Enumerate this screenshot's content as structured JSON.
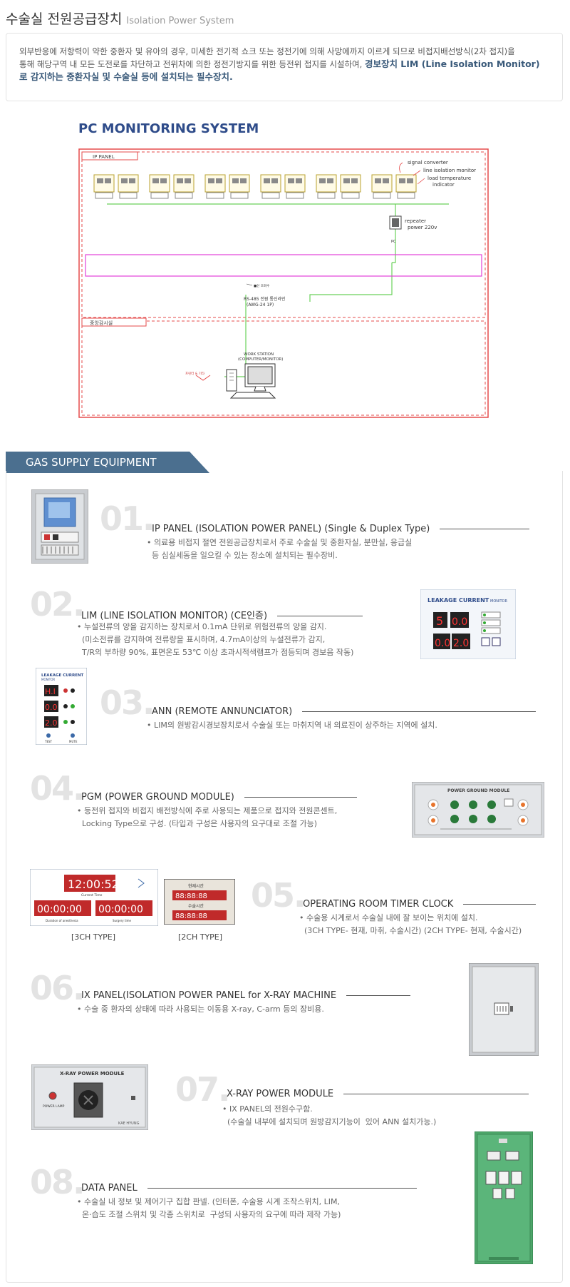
{
  "header": {
    "title": "수술실 전원공급장치",
    "subtitle": "Isolation Power System"
  },
  "intro": {
    "line1": "외부반응에 저항력이 약한 중환자 및 유아의 경우, 미세한    전기적 쇼크 또는 정전기에 의해 사망에까지  이르게 되므로 비접지배선방식(2차 접지)을",
    "line2a": "통해 해당구역 내 모든 도전로를 차단하고 전위차에 의한 정전기방지를 위한 등전위 접지를 시설하여, ",
    "line2b": "경보장치 LIM (Line Isolation Monitor)",
    "line3": "로 감지하는 중환자실 및 수술실 등에 설치되는 필수장치."
  },
  "pc_monitoring": {
    "title": "PC MONITORING SYSTEM",
    "ip_panel_label": "IP PANEL",
    "central_label": "중앙감시실",
    "legend": [
      "signal converter",
      "line isolation monitor",
      "load temperature",
      "indicator"
    ],
    "repeater": [
      "repeater",
      "power 220v"
    ],
    "pc_label": "PC",
    "bus_label": "■신 호회수",
    "rs485": [
      "RS-485 전원 통신라인",
      "(AWG-24 1P)"
    ],
    "workstation": [
      "WORK STATION",
      "(COMPUTER/MONITOR)"
    ],
    "printer_label": "프린터 & 기타"
  },
  "gas_section": {
    "title": "GAS SUPPLY EQUIPMENT"
  },
  "items": [
    {
      "num": "01.",
      "title": "IP PANEL (ISOLATION POWER PANEL) (Single & Duplex Type)",
      "desc": [
        "• 의료용 비접지 절연 전원공급장치로서 주로 수술실 및 중환자실, 분만실, 응급실",
        "  등 심실세동을 일으킬 수 있는 장소에 설치되는 필수장비."
      ]
    },
    {
      "num": "02.",
      "title": "LIM (LINE ISOLATION MONITOR) (CE인증)",
      "desc": [
        "• 누설전류의 양을 감지하는 장치로서 0.1mA 단위로 위험전류의 양을 감지.",
        "  (미소전류를 감지하여 전류량을 표시하며, 4.7mA이상의 누설전류가 감지,",
        "  T/R의 부하량 90%, 표면온도 53℃ 이상 초과시적색램프가 점등되며 경보음 작동)"
      ]
    },
    {
      "num": "03.",
      "title": "ANN (REMOTE ANNUNCIATOR)",
      "desc": [
        "• LIM의 원방감시경보장치로서 수술실 또는 마취지역 내 의료진이 상주하는 지역에 설치."
      ]
    },
    {
      "num": "04.",
      "title": "PGM (POWER GROUND MODULE)",
      "desc": [
        "• 등전위 접지와 비접지 배전방식에  주로 사용되는 제품으로 접지와 전원콘센트,",
        "  Locking Type으로 구성. (타입과 구성은 사용자의 요구대로 조절 가능)"
      ]
    },
    {
      "num": "05.",
      "title": "OPERATING ROOM TIMER CLOCK",
      "desc": [
        "• 수술용 시계로서 수술실 내에  잘 보이는 위치에 설치.",
        "  (3CH TYPE- 현재, 마취, 수술시간) (2CH TYPE- 현재, 수술시간)"
      ]
    },
    {
      "num": "06.",
      "title": "IX PANEL(ISOLATION POWER PANEL for X-RAY MACHINE",
      "desc": [
        "• 수술 중 환자의 상태에 따라 사용되는  이동용 X-ray, C-arm 등의 장비용."
      ]
    },
    {
      "num": "07.",
      "title": "X-RAY POWER MODULE",
      "desc": [
        "• IX PANEL의 전원수구함.",
        "  (수술실 내부에 설치되며 원방감지기능이  있어 ANN 설치가능.)"
      ]
    },
    {
      "num": "08.",
      "title": "DATA PANEL",
      "desc": [
        "• 수술실 내 정보 및 제어기구 집합 판넬. (인터폰, 수술용 시계 조작스위치, LIM,",
        "  온·습도 조절 스위치 및 각종 스위치로  구성되 사용자의 요구에 따라 제작 가능)"
      ]
    }
  ],
  "devices": {
    "lim_title": "LEAKAGE CURRENT",
    "lim_sub": "MONITOR",
    "lim_digits": [
      "5",
      "0.0",
      "0.0",
      "2.0"
    ],
    "ann_title": "LEAKAGE CURRENT",
    "ann_sub": "MONITOR",
    "ann_digits": [
      "H.I",
      "0.0",
      "2.0"
    ],
    "ann_buttons": [
      "TEST",
      "MUTE"
    ],
    "pgm_title": "POWER GROUND MODULE",
    "clock3_time": "12:00:52",
    "clock3_sub1": "Current Time",
    "clock3_a": "00:00:00",
    "clock3_b": "00:00:00",
    "clock3_sub2": "Duration of anesthesia",
    "clock3_sub3": "Surgery time",
    "clock2_l1": "현재시간",
    "clock2_l2": "수술시간",
    "clock2_d1": "88:88:88",
    "clock2_d2": "88:88:88",
    "caption_3ch": "[3CH TYPE]",
    "caption_2ch": "[2CH TYPE]",
    "xray_title": "X-RAY POWER MODULE",
    "xray_lamp": "POWER LAMP",
    "xray_brand": "KAE HYUNG"
  }
}
